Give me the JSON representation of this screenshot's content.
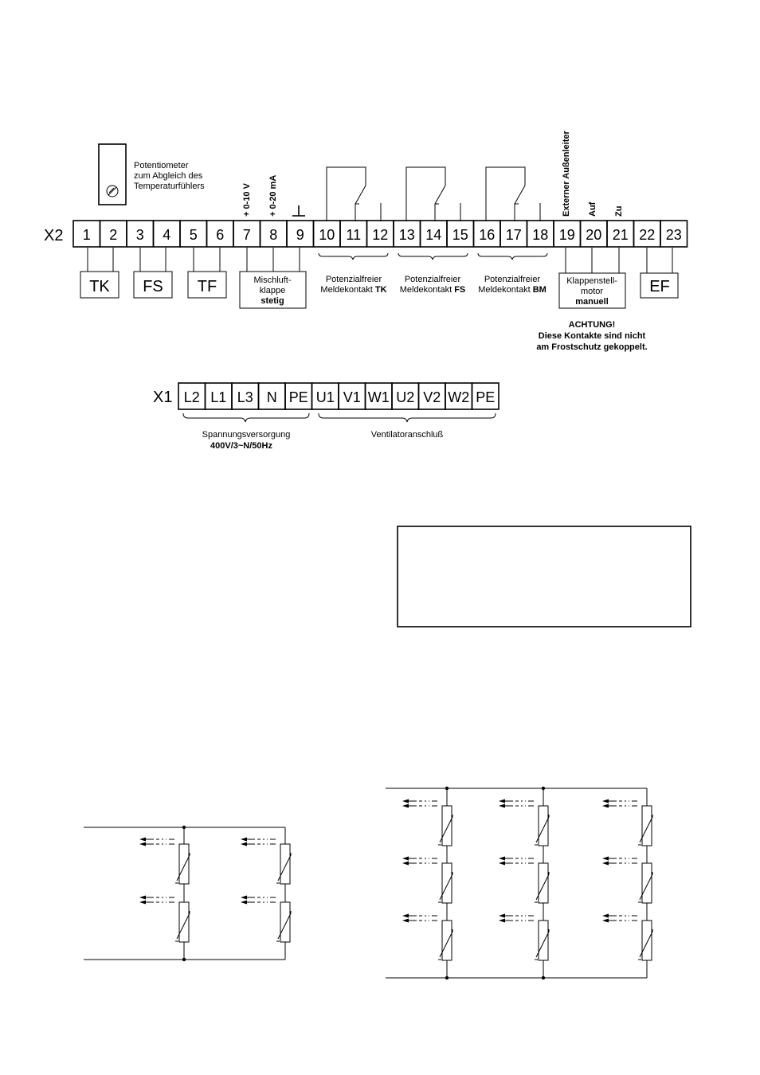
{
  "x2": {
    "label": "X2",
    "terminals": [
      "1",
      "2",
      "3",
      "4",
      "5",
      "6",
      "7",
      "8",
      "9",
      "10",
      "11",
      "12",
      "13",
      "14",
      "15",
      "16",
      "17",
      "18",
      "19",
      "20",
      "21",
      "22",
      "23"
    ],
    "top_labels": {
      "t7": "+ 0-10 V",
      "t8": "+ 0-20 mA",
      "t9": "⊥",
      "t19": "Externer Außenleiter",
      "t20": "Auf",
      "t21": "Zu"
    },
    "potentiometer": {
      "line1": "Potentiometer",
      "line2": "zum Abgleich des",
      "line3": "Temperaturfühlers"
    },
    "sensors": {
      "tk": "TK",
      "fs": "FS",
      "tf": "TF",
      "ef": "EF"
    },
    "mischluft": {
      "line1": "Mischluft-",
      "line2": "klappe",
      "line3": "stetig"
    },
    "contacts": [
      {
        "line1": "Potenzialfreier",
        "line2": "Meldekontakt ",
        "bold": "TK"
      },
      {
        "line1": "Potenzialfreier",
        "line2": "Meldekontakt ",
        "bold": "FS"
      },
      {
        "line1": "Potenzialfreier",
        "line2": "Meldekontakt ",
        "bold": "BM"
      }
    ],
    "klappen": {
      "line1": "Klappenstell-",
      "line2": "motor",
      "line3": "manuell"
    },
    "warning": {
      "line1": "ACHTUNG!",
      "line2": "Diese Kontakte sind nicht",
      "line3": "am Frostschutz gekoppelt."
    }
  },
  "x1": {
    "label": "X1",
    "terminals": [
      "L2",
      "L1",
      "L3",
      "N",
      "PE",
      "U1",
      "V1",
      "W1",
      "U2",
      "V2",
      "W2",
      "PE"
    ],
    "supply": {
      "line1": "Spannungsversorgung",
      "line2": "400V/3~N/50Hz"
    },
    "fan": "Ventilatoranschluß"
  },
  "colors": {
    "ink": "#000000",
    "paper": "#ffffff"
  }
}
